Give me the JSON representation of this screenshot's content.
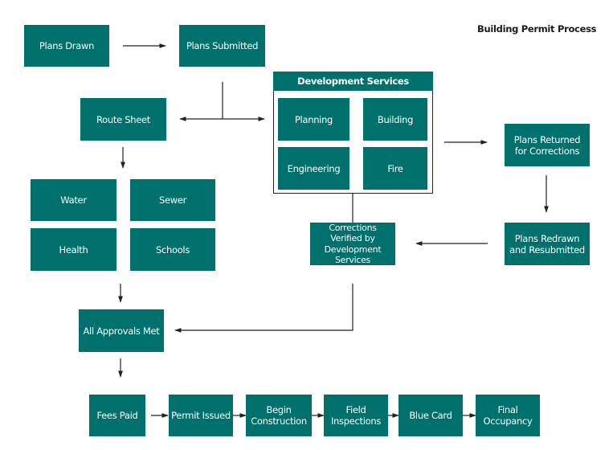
{
  "title": "Building Permit Process",
  "colors": {
    "node_fill": "#00706c",
    "node_text": "#ffffff",
    "connector": "#222222"
  },
  "nodes": {
    "plans_drawn": "Plans Drawn",
    "plans_submitted": "Plans Submitted",
    "route_sheet": "Route Sheet",
    "development_services": "Development Services",
    "planning": "Planning",
    "building": "Building",
    "engineering": "Engineering",
    "fire": "Fire",
    "plans_returned": "Plans Returned for Corrections",
    "plans_redrawn": "Plans Redrawn and Resubmitted",
    "corrections_verified": "Corrections Verified by Development Services",
    "water": "Water",
    "sewer": "Sewer",
    "health": "Health",
    "schools": "Schools",
    "all_approvals_met": "All Approvals Met",
    "fees_paid": "Fees Paid",
    "permit_issued": "Permit Issued",
    "begin_construction": "Begin Construction",
    "field_inspections": "Field Inspections",
    "blue_card": "Blue Card",
    "final_occupancy": "Final Occupancy"
  },
  "edges": [
    [
      "plans_drawn",
      "plans_submitted"
    ],
    [
      "plans_submitted",
      "route_sheet"
    ],
    [
      "plans_submitted",
      "development_services"
    ],
    [
      "development_services",
      "plans_returned"
    ],
    [
      "plans_returned",
      "plans_redrawn"
    ],
    [
      "plans_redrawn",
      "corrections_verified"
    ],
    [
      "development_services",
      "corrections_verified"
    ],
    [
      "corrections_verified",
      "all_approvals_met"
    ],
    [
      "route_sheet",
      "water"
    ],
    [
      "schools",
      "all_approvals_met"
    ],
    [
      "all_approvals_met",
      "fees_paid"
    ],
    [
      "fees_paid",
      "permit_issued"
    ],
    [
      "permit_issued",
      "begin_construction"
    ],
    [
      "begin_construction",
      "field_inspections"
    ],
    [
      "field_inspections",
      "blue_card"
    ],
    [
      "blue_card",
      "final_occupancy"
    ]
  ]
}
